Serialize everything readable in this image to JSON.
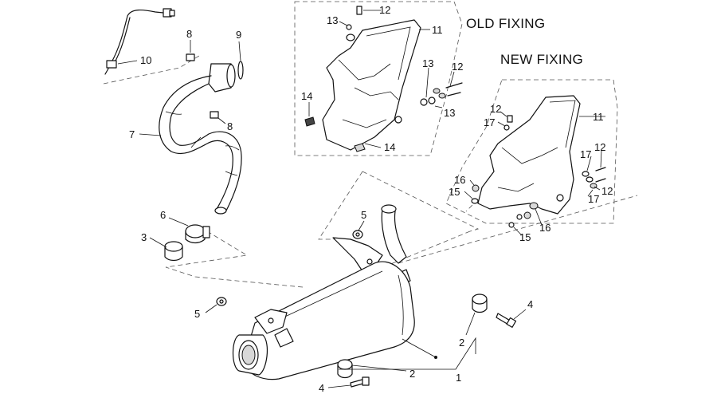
{
  "panels": {
    "old": {
      "title": "OLD FIXING"
    },
    "new": {
      "title": "NEW FIXING"
    }
  },
  "callouts": {
    "lambda_sensor": "10",
    "sensor_pin": "8",
    "gasket_top": "9",
    "manifold_pin": "8",
    "header_pipe": "7",
    "clamp": "6",
    "sleeve": "3",
    "nut_left": "5",
    "nut_upper": "5",
    "bolt_right": "4",
    "bolt_bottom": "4",
    "rubber_right": "2",
    "rubber_bottom": "2",
    "muffler": "1",
    "old_screw_top": "12",
    "old_washer_top": "13",
    "old_guard": "11",
    "old_washer_mid": "13",
    "old_screw_mid": "12",
    "old_washer_low": "13",
    "old_pad_left": "14",
    "old_pad_bottom": "14",
    "new_guard": "11",
    "new_screw_left": "12",
    "new_spacer_left": "17",
    "new_spacer_right": "17",
    "new_screw_right": "12",
    "new_bush_left": "16",
    "new_washer_left": "15",
    "new_screw_right_low": "12",
    "new_spacer_right_low": "17",
    "new_bush_bottom": "16",
    "new_washer_bottom": "15"
  }
}
